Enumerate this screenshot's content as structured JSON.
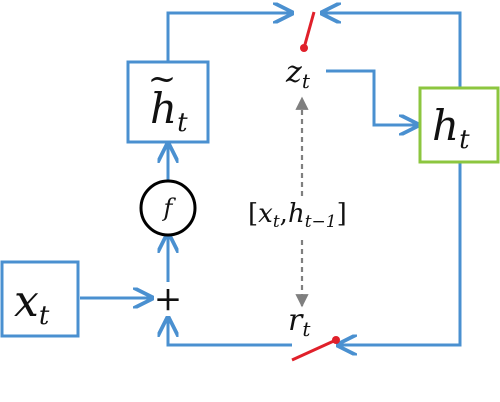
{
  "colors": {
    "node_stroke": "#4a90d0",
    "output_stroke": "#8cc63f",
    "wire": "#4a90d0",
    "gate": "#e0202a",
    "dashed": "#7f7f7f",
    "text": "#111111"
  },
  "nodes": {
    "x_t": {
      "base": "x",
      "sub": "t"
    },
    "h_tilde": {
      "base": "h",
      "sub": "t",
      "accent": "~"
    },
    "h_t": {
      "base": "h",
      "sub": "t"
    },
    "f": {
      "label": "f"
    },
    "plus": {
      "label": "+"
    }
  },
  "gates": {
    "z_t": {
      "base": "z",
      "sub": "t"
    },
    "r_t": {
      "base": "r",
      "sub": "t"
    }
  },
  "concat": {
    "open": "[",
    "x_base": "x",
    "x_sub": "t",
    "comma": ",",
    "h_base": "h",
    "h_sub": "t−1",
    "close": "]"
  }
}
